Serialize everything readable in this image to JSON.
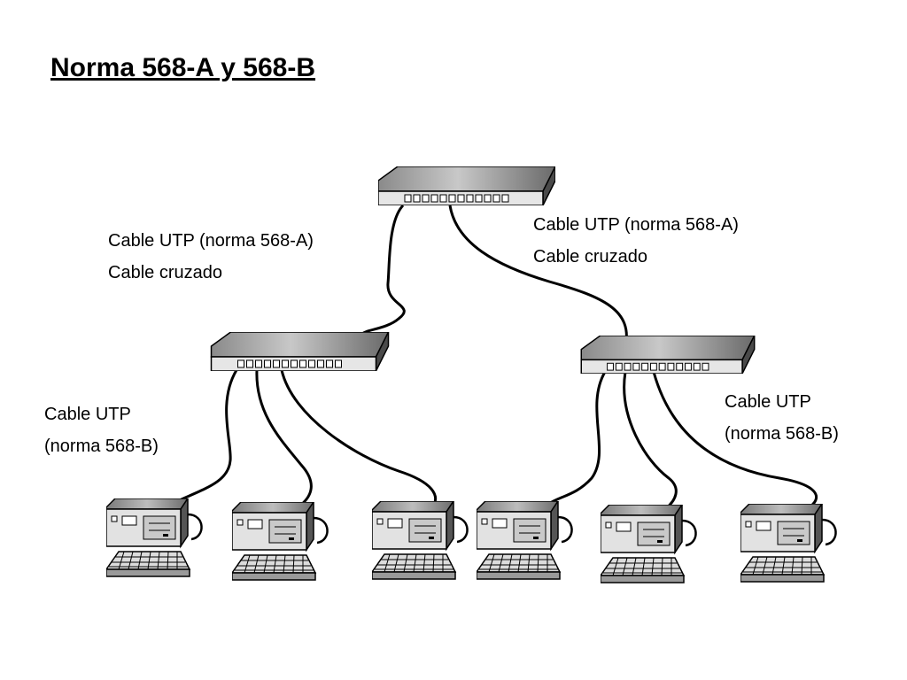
{
  "title": "Norma 568-A y 568-B",
  "labels": {
    "left_upper": {
      "line1": "Cable UTP (norma 568-A)",
      "line2": "Cable cruzado"
    },
    "right_upper": {
      "line1": "Cable UTP (norma 568-A)",
      "line2": "Cable cruzado"
    },
    "left_lower": {
      "line1": "Cable UTP",
      "line2": "(norma 568-B)"
    },
    "right_lower": {
      "line1": "Cable UTP",
      "line2": "(norma 568-B)"
    }
  },
  "devices": {
    "switch_icon": "network-switch",
    "computer_icon": "desktop-computer",
    "keyboard_icon": "keyboard"
  },
  "colors": {
    "line": "#000000",
    "device_body": "#8c8c8c",
    "device_light": "#d9d9d9"
  }
}
